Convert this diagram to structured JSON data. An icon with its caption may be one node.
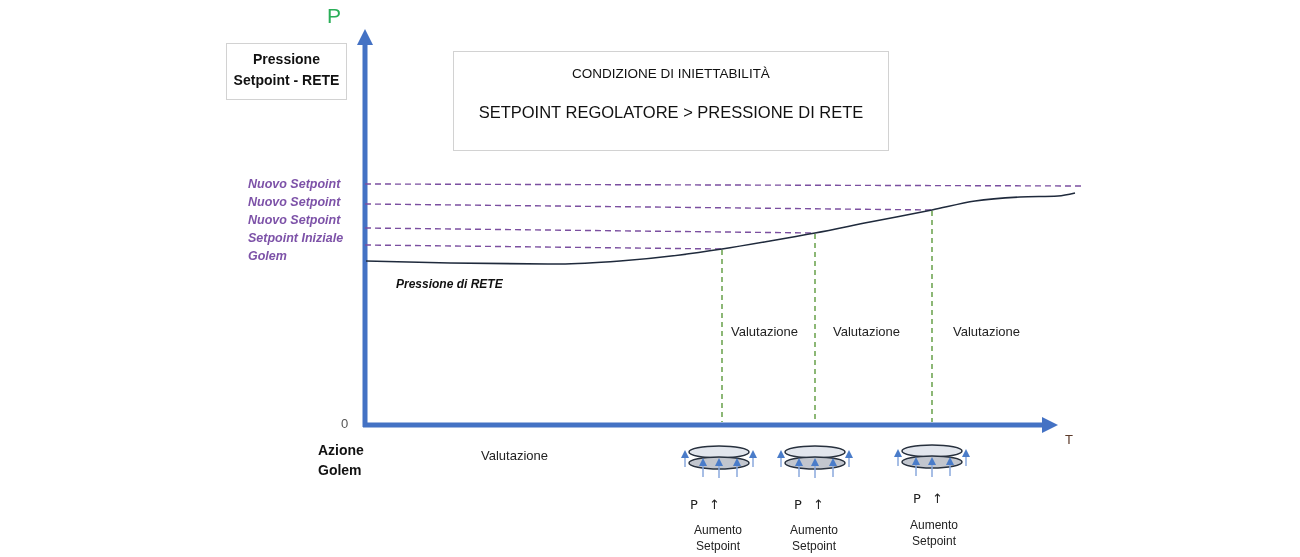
{
  "diagram": {
    "nodes": [
      {
        "text": [
          "Pressione Setpoint - RETE"
        ]
      },
      {
        "text": [
          "CONDIZIONE DI INIETTABILITÀ",
          "SETPOINT REGOLATORE > PRESSIONE DI RETE"
        ]
      }
    ],
    "labels": [
      "P",
      "Nuovo Setpoint",
      "Nuovo Setpoint",
      "Nuovo Setpoint",
      "Setpoint Iniziale Golem",
      "Pressione di RETE",
      "Valutazione",
      "Valutazione",
      "Valutazione",
      "0",
      "T",
      "Azione Golem",
      "Valutazione",
      "P ↑",
      "P ↑",
      "P ↑",
      "Aumento Setpoint",
      "Aumento Setpoint",
      "Aumento Setpoint"
    ]
  }
}
